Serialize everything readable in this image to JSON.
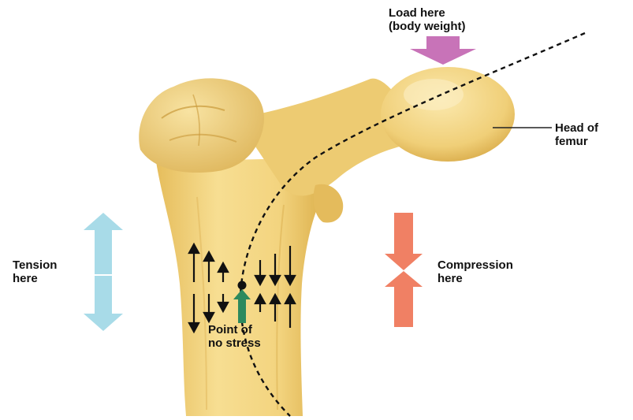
{
  "labels": {
    "load_line1": "Load here",
    "load_line2": "(body weight)",
    "head_line1": "Head of",
    "head_line2": "femur",
    "tension_line1": "Tension",
    "tension_line2": "here",
    "compression_line1": "Compression",
    "compression_line2": "here",
    "point_line1": "Point of",
    "point_line2": "no stress"
  },
  "colors": {
    "bone": "#f2d27e",
    "load_arrow": "#c873b8",
    "tension_arrow": "#a8dbe8",
    "compression_arrow": "#f08064",
    "neutral_arrow": "#2d8a5e"
  }
}
